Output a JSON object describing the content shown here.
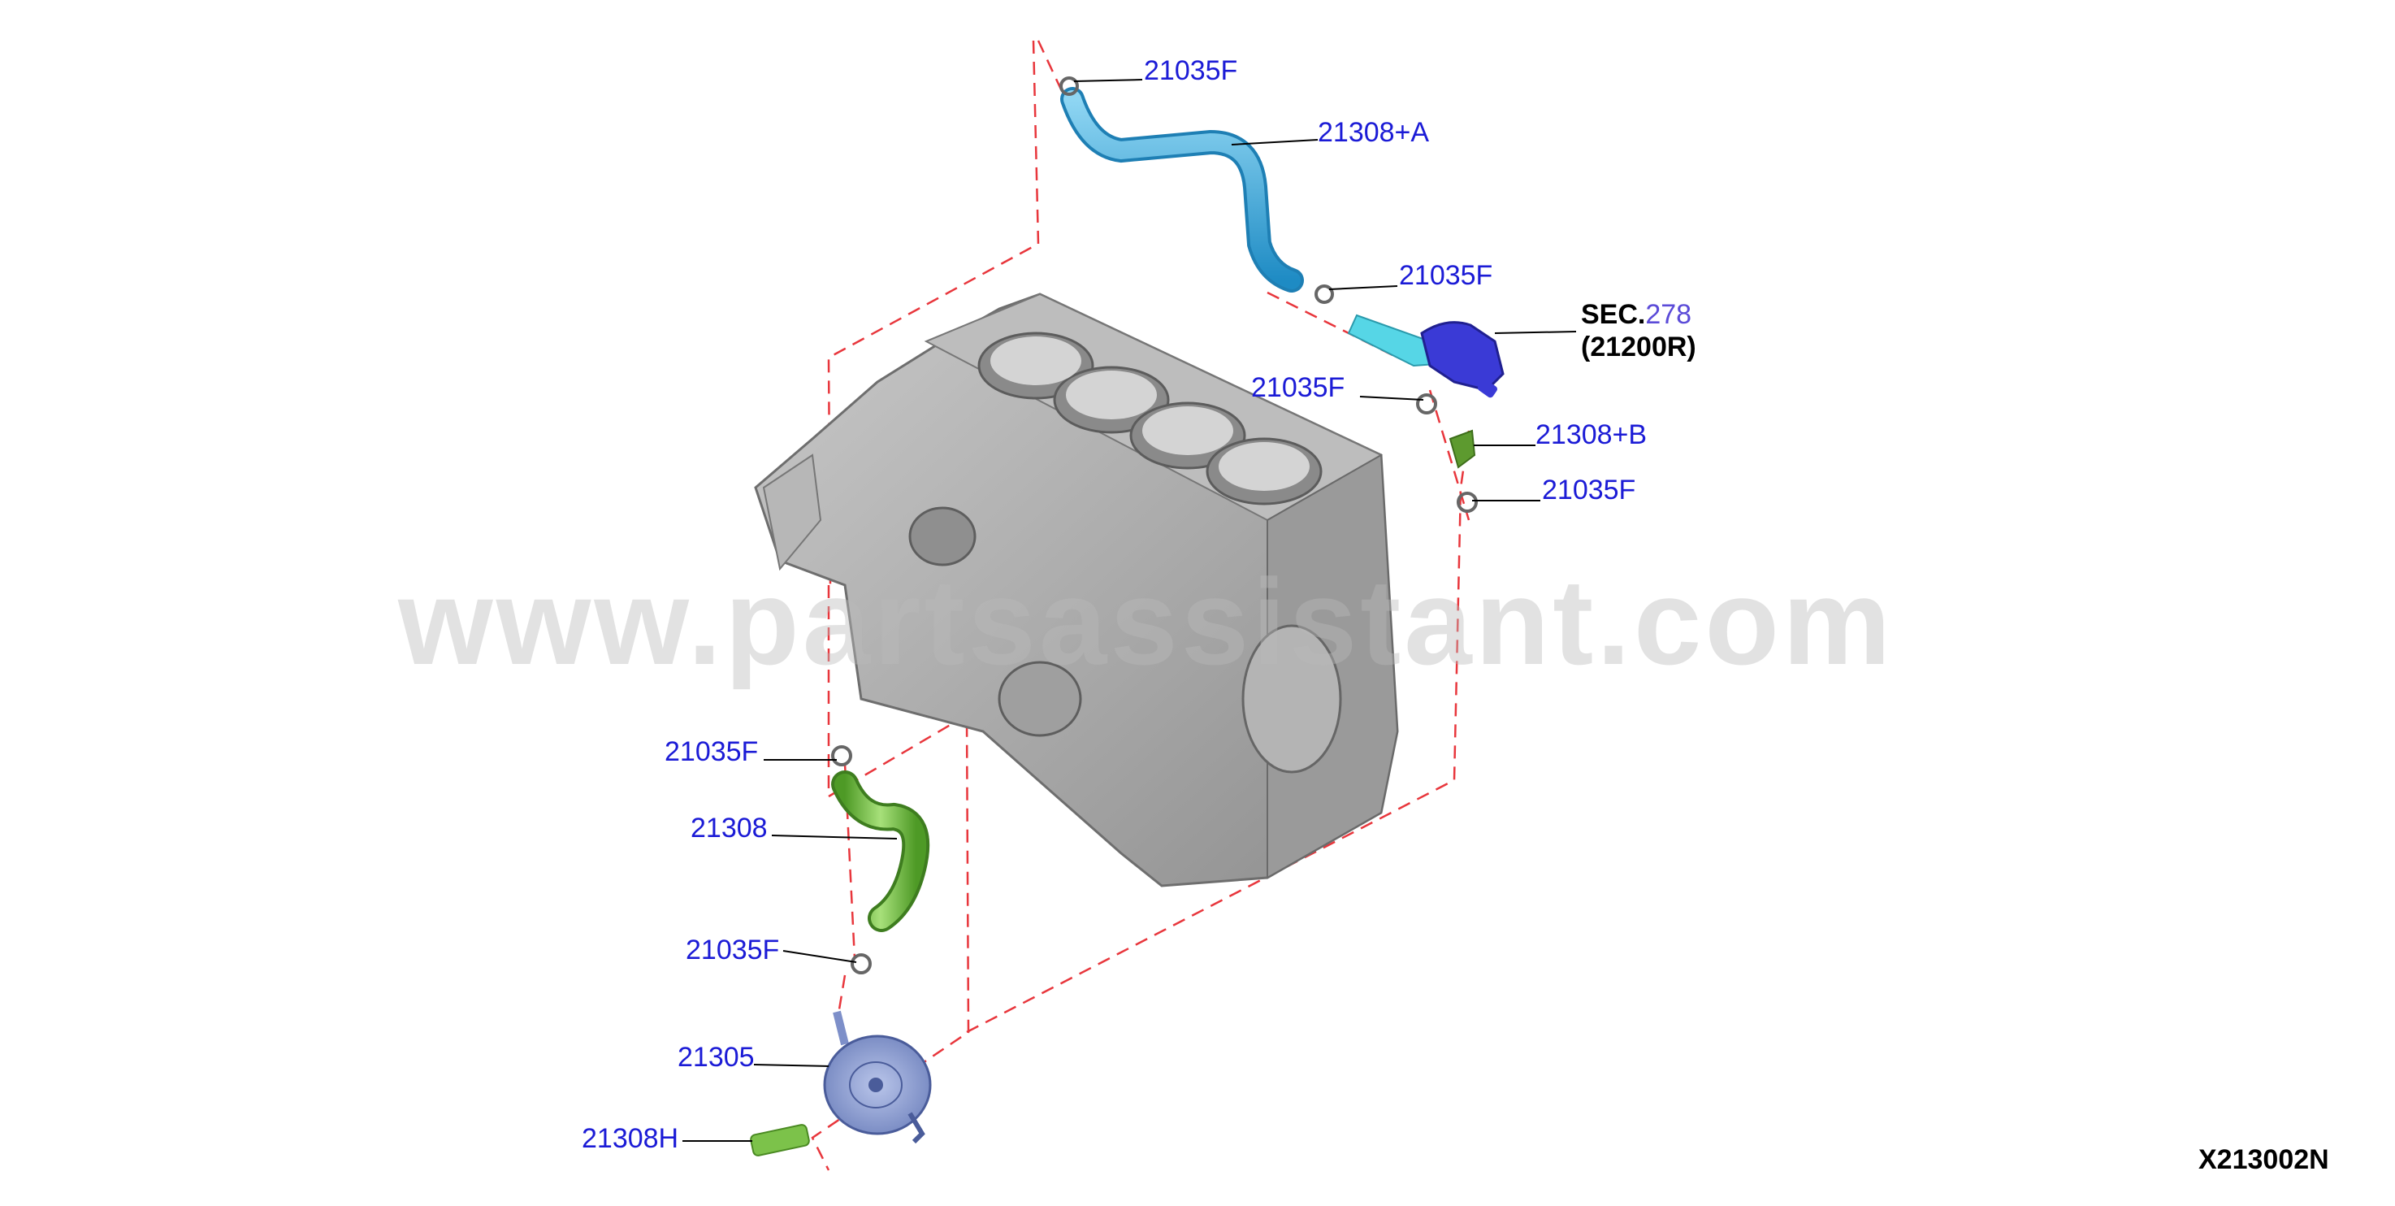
{
  "diagram_code": "X213002N",
  "watermark": "www.partsassistant.com",
  "section_ref": {
    "prefix": "SEC.",
    "number": "278",
    "part": "(21200R)"
  },
  "labels": {
    "clamp_top": "21035F",
    "hose_upper": "21308+A",
    "clamp_upper_mid": "21035F",
    "clamp_right_a": "21035F",
    "hose_b": "21308+B",
    "clamp_right_b": "21035F",
    "clamp_lower_a": "21035F",
    "hose_lower": "21308",
    "clamp_lower_b": "21035F",
    "oil_cooler": "21305",
    "connector": "21308H"
  },
  "colors": {
    "label": "#1b1bd6",
    "leader": "#000000",
    "dash": "#e8363c",
    "block": "#a9a9a9",
    "hose_upper": "#37a6d8",
    "hose_green": "#7cc24a",
    "pump": "#3a3ad6",
    "cooler": "#8a9cd0"
  }
}
